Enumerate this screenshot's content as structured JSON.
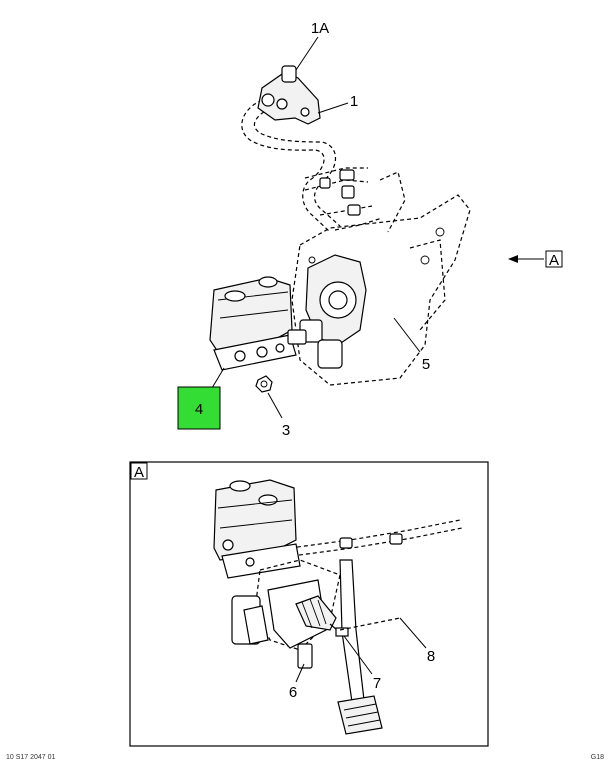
{
  "callouts": {
    "c1a": "1A",
    "c1": "1",
    "c5": "5",
    "c4": "4",
    "c3": "3",
    "view_ref": "A",
    "detail_view": "A",
    "c6": "6",
    "c7": "7",
    "c8": "8"
  },
  "highlight_color": "#33dd33",
  "footer": {
    "left": "10 S17 2047 01",
    "right": "G18"
  }
}
